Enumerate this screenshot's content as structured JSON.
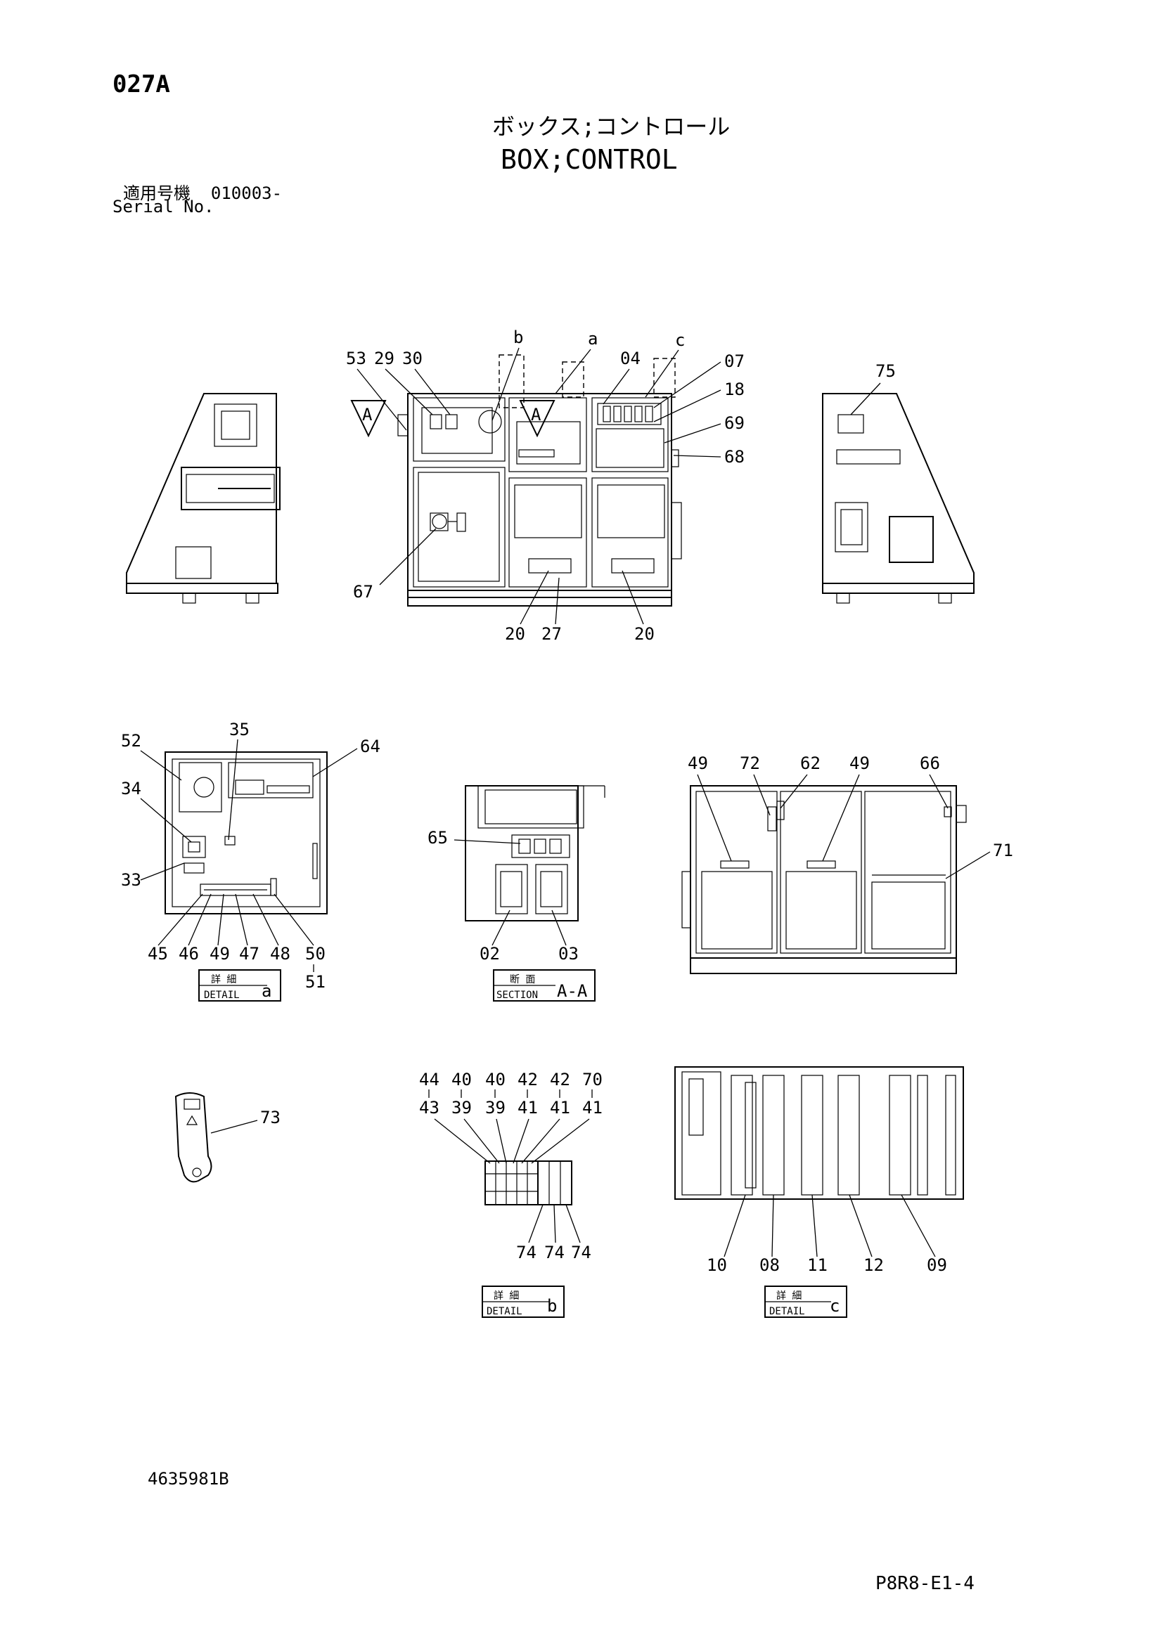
{
  "header": {
    "page_code": "027A",
    "title_jp": "ボックス;コントロール",
    "title_en": "BOX;CONTROL",
    "serial_label_jp": "適用号機",
    "serial_value": "010003-",
    "serial_label_en": "Serial No."
  },
  "footer": {
    "drawing_number": "4635981B",
    "sheet_code": "P8R8-E1-4"
  },
  "callouts": {
    "front": [
      "53",
      "29",
      "30",
      "b",
      "a",
      "04",
      "c",
      "07",
      "18",
      "69",
      "68",
      "67",
      "20",
      "27",
      "20",
      "75"
    ],
    "detail_a": [
      "52",
      "35",
      "64",
      "34",
      "33",
      "45",
      "46",
      "49",
      "47",
      "48",
      "50",
      "51"
    ],
    "section": [
      "65",
      "02",
      "03"
    ],
    "rear": [
      "49",
      "72",
      "62",
      "49",
      "66",
      "71"
    ],
    "key": [
      "73"
    ],
    "detail_b_top": [
      "44",
      "40",
      "40",
      "42",
      "42",
      "70"
    ],
    "detail_b_mid": [
      "43",
      "39",
      "39",
      "41",
      "41",
      "41"
    ],
    "detail_b_bot": [
      "74",
      "74",
      "74"
    ],
    "detail_c": [
      "10",
      "08",
      "11",
      "12",
      "09"
    ]
  },
  "section_marker": "A",
  "view_tags": {
    "detail_a": {
      "jp": "詳 細",
      "en": "DETAIL",
      "id": "a"
    },
    "section_aa": {
      "jp": "断 面",
      "en": "SECTION",
      "id": "A-A"
    },
    "detail_b": {
      "jp": "詳 細",
      "en": "DETAIL",
      "id": "b"
    },
    "detail_c": {
      "jp": "詳 細",
      "en": "DETAIL",
      "id": "c"
    }
  }
}
